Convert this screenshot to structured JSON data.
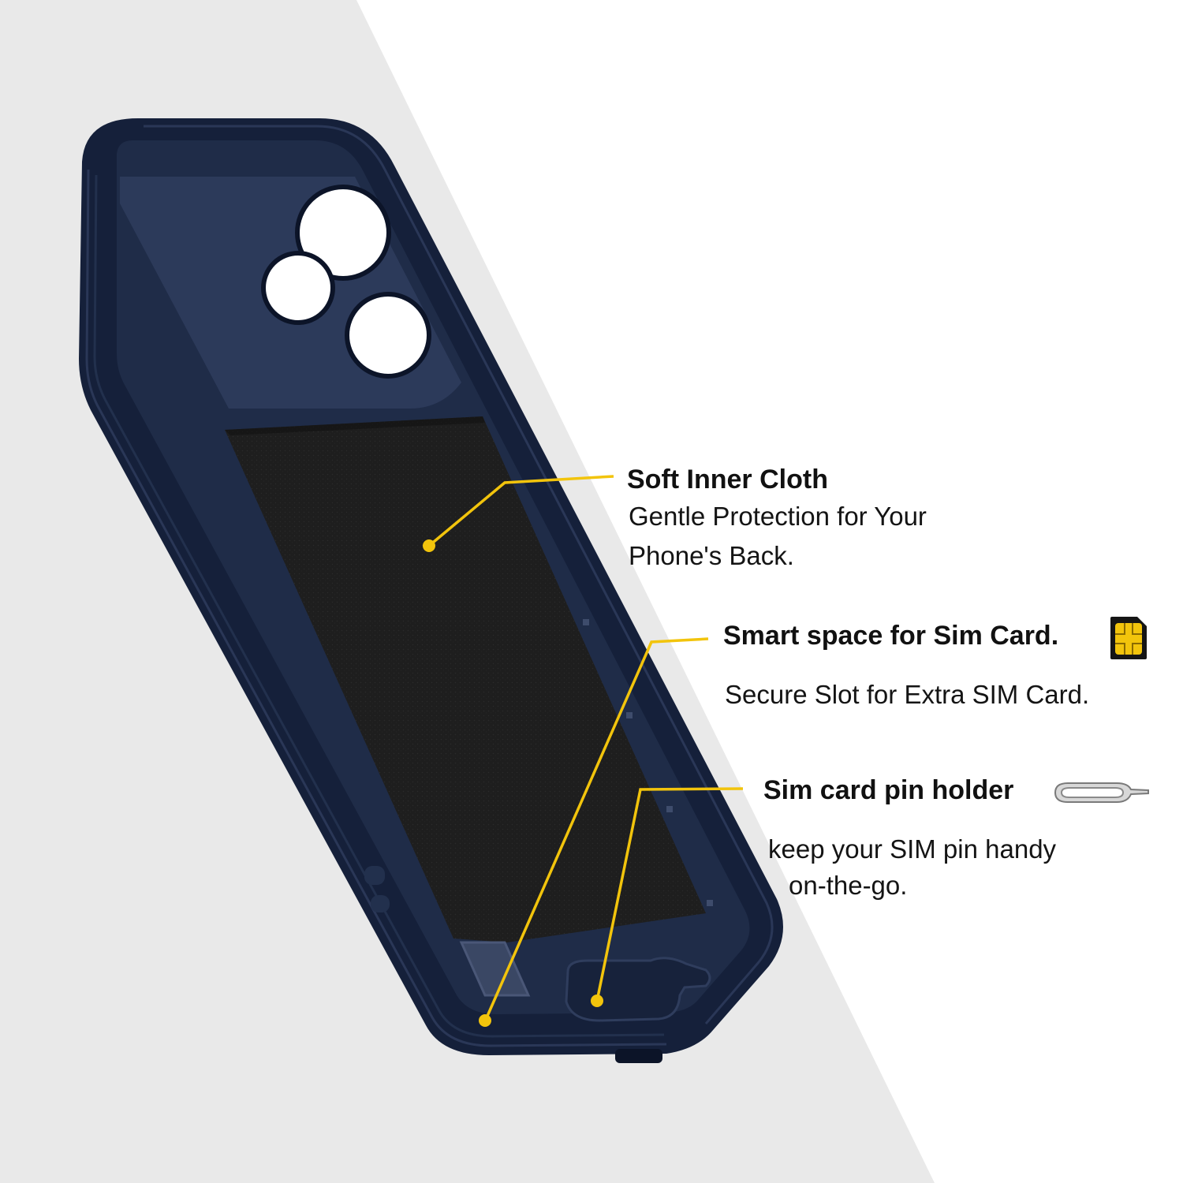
{
  "colors": {
    "background_light": "#e9e9e9",
    "background_white": "#ffffff",
    "case_navy": "#1b2741",
    "case_edge": "#0f1a30",
    "cloth_black": "#1c1c1c",
    "accent_yellow": "#f2c40c",
    "text": "#111111"
  },
  "callouts": {
    "cloth": {
      "title": "Soft Inner Cloth",
      "desc_line1": "Gentle Protection for Your",
      "desc_line2": "Phone's Back."
    },
    "sim": {
      "title": "Smart space for Sim Card.",
      "desc": "Secure Slot for Extra SIM Card.",
      "icon": "sim-card-icon"
    },
    "pin": {
      "title": "Sim card pin holder",
      "desc_line1": "keep your SIM pin handy",
      "desc_line2": "on-the-go.",
      "icon": "sim-eject-pin-icon"
    }
  }
}
